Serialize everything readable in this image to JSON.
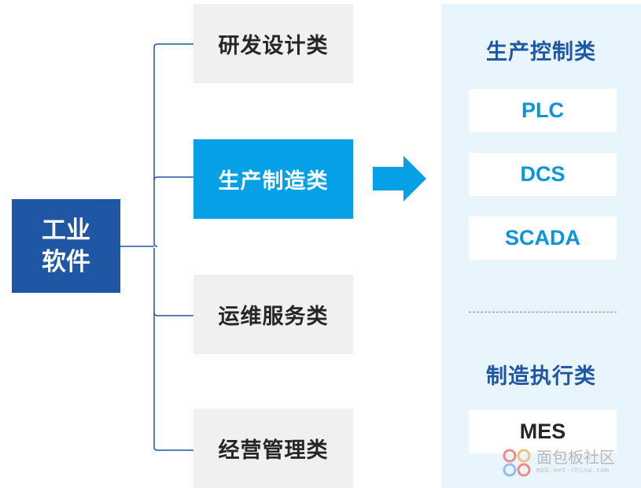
{
  "root": {
    "line1": "工业",
    "line2": "软件"
  },
  "categories": [
    {
      "label": "研发设计类"
    },
    {
      "label": "生产制造类"
    },
    {
      "label": "运维服务类"
    },
    {
      "label": "经营管理类"
    }
  ],
  "detail": {
    "section1_title": "生产控制类",
    "section1_items": [
      "PLC",
      "DCS",
      "SCADA"
    ],
    "section2_title": "制造执行类",
    "section2_items": [
      "MES"
    ]
  },
  "watermark": {
    "text": "面包板社区",
    "sub": "mbb.eet-china.com"
  },
  "colors": {
    "root_bg": "#1f57a4",
    "active_bg": "#05a0e6",
    "inactive_bg": "#f0f0f0",
    "panel_bg": "#e9f5fc",
    "item_text": "#0795dc",
    "connector": "#1f57a4"
  }
}
